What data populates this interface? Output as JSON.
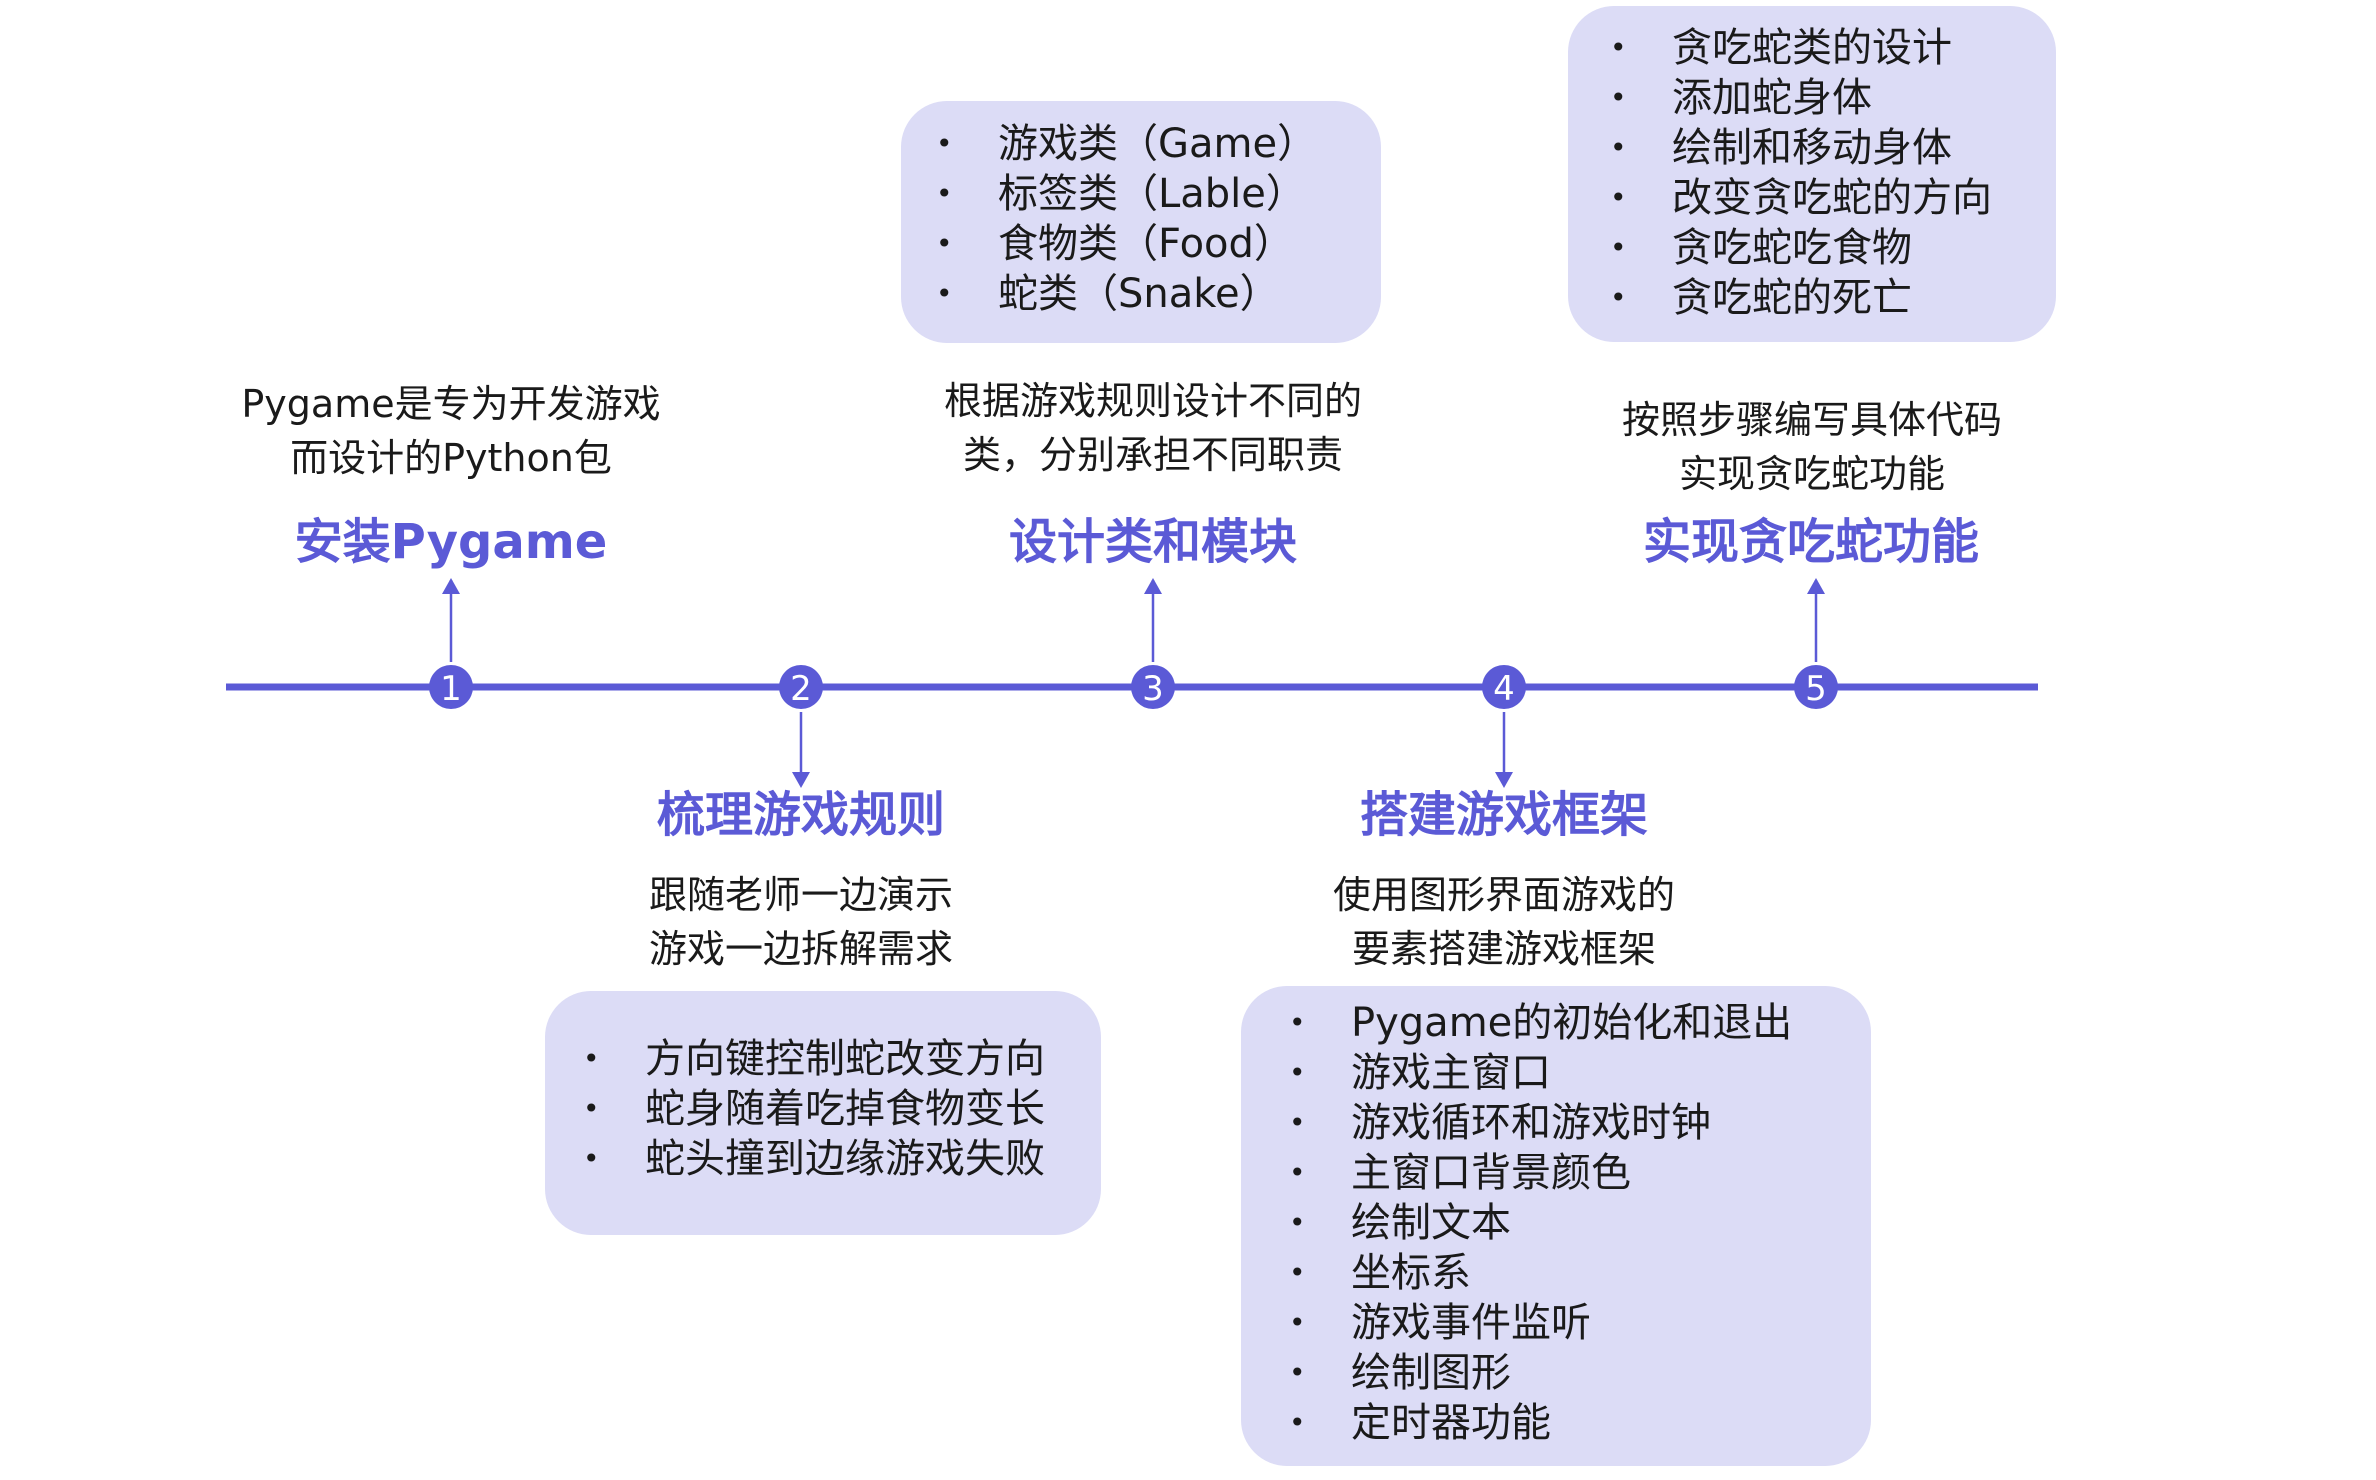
{
  "colors": {
    "accent": "#5b5ad6",
    "box_fill": "#dcdcf6",
    "text": "#1a1a1a"
  },
  "stages": [
    {
      "number": "1",
      "title": "安装Pygame",
      "description": [
        "Pygame是专为开发游戏",
        "而设计的Python包"
      ],
      "items": []
    },
    {
      "number": "2",
      "title": "梳理游戏规则",
      "description": [
        "跟随老师一边演示",
        "游戏一边拆解需求"
      ],
      "items": [
        "方向键控制蛇改变方向",
        "蛇身随着吃掉食物变长",
        "蛇头撞到边缘游戏失败"
      ]
    },
    {
      "number": "3",
      "title": "设计类和模块",
      "description": [
        "根据游戏规则设计不同的",
        "类，分别承担不同职责"
      ],
      "items": [
        "游戏类（Game）",
        "标签类（Lable）",
        "食物类（Food）",
        "蛇类（Snake）"
      ]
    },
    {
      "number": "4",
      "title": "搭建游戏框架",
      "description": [
        "使用图形界面游戏的",
        "要素搭建游戏框架"
      ],
      "items": [
        "Pygame的初始化和退出",
        "游戏主窗口",
        "游戏循环和游戏时钟",
        "主窗口背景颜色",
        "绘制文本",
        "坐标系",
        "游戏事件监听",
        "绘制图形",
        "定时器功能"
      ]
    },
    {
      "number": "5",
      "title": "实现贪吃蛇功能",
      "description": [
        "按照步骤编写具体代码",
        "实现贪吃蛇功能"
      ],
      "items": [
        "贪吃蛇类的设计",
        "添加蛇身体",
        "绘制和移动身体",
        "改变贪吃蛇的方向",
        "贪吃蛇吃食物",
        "贪吃蛇的死亡"
      ]
    }
  ]
}
